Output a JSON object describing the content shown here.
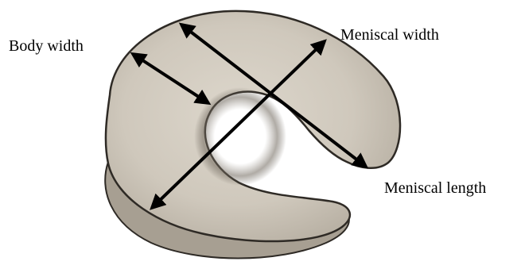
{
  "labels": {
    "body_width": "Body width",
    "meniscal_width": "Meniscal width",
    "meniscal_length": "Meniscal length"
  },
  "colors": {
    "meniscus_fill": "#cbc4b9",
    "meniscus_shadow": "#8e867b",
    "outline": "#2e2a25",
    "arrow": "#000000"
  }
}
